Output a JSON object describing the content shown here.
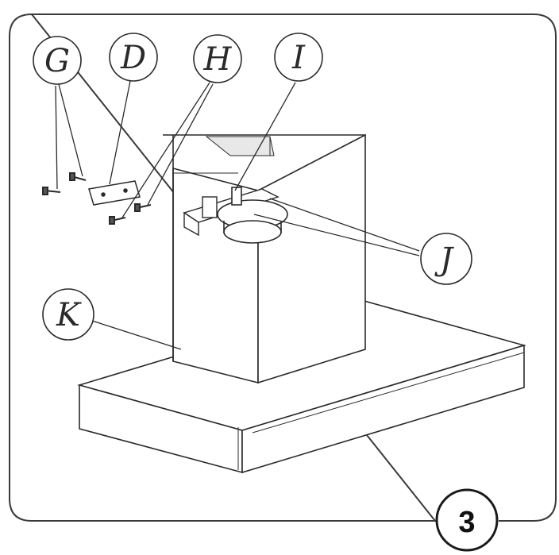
{
  "figure": {
    "step_number": "3",
    "callouts": {
      "G": "G",
      "D": "D",
      "H": "H",
      "I": "I",
      "J": "J",
      "K": "K"
    }
  },
  "colors": {
    "line": "#2a2a2a",
    "background": "#ffffff"
  }
}
